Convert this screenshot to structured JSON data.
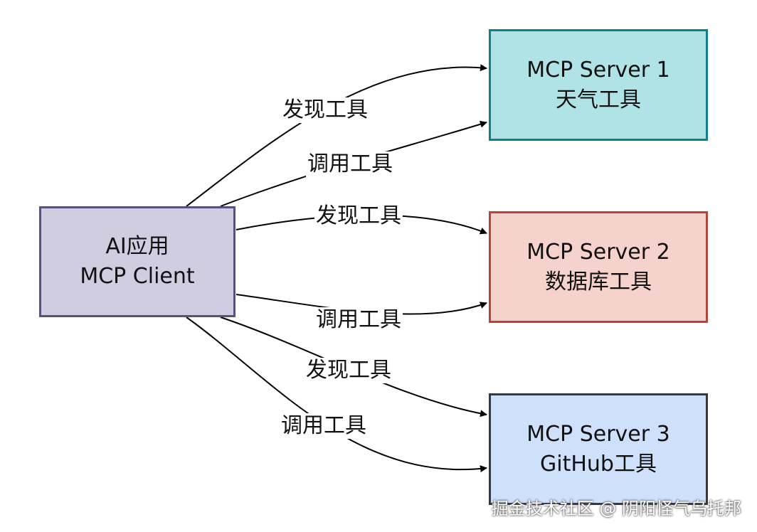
{
  "client": {
    "line1": "AI应用",
    "line2": "MCP Client",
    "fill": "#d0cde1",
    "stroke": "#56517e"
  },
  "servers": [
    {
      "line1": "MCP Server 1",
      "line2": "天气工具",
      "fill": "#b0e3e6",
      "stroke": "#0e8088"
    },
    {
      "line1": "MCP Server 2",
      "line2": "数据库工具",
      "fill": "#f5d2cb",
      "stroke": "#b2463a"
    },
    {
      "line1": "MCP Server 3",
      "line2": "GitHub工具",
      "fill": "#cfe0fa",
      "stroke": "#36393d"
    }
  ],
  "edges": [
    {
      "label": "发现工具",
      "to": "server1"
    },
    {
      "label": "调用工具",
      "to": "server1"
    },
    {
      "label": "发现工具",
      "to": "server2"
    },
    {
      "label": "调用工具",
      "to": "server2"
    },
    {
      "label": "发现工具",
      "to": "server3"
    },
    {
      "label": "调用工具",
      "to": "server3"
    }
  ],
  "watermark": "掘金技术社区 @ 阴阳怪气乌托邦"
}
